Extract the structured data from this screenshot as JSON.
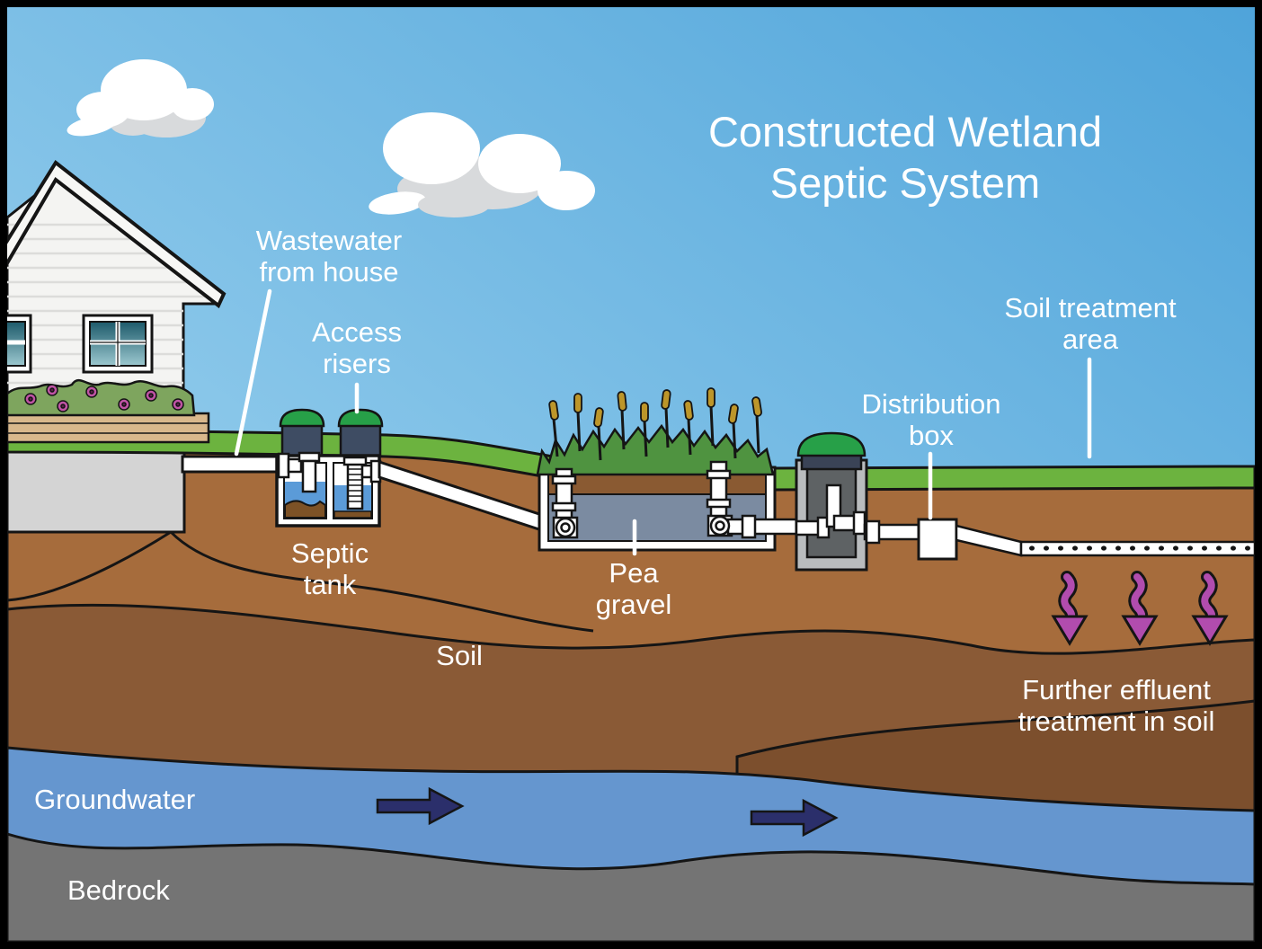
{
  "title": {
    "line1": "Constructed Wetland",
    "line2": "Septic System"
  },
  "labels": {
    "wastewater": {
      "line1": "Wastewater",
      "line2": "from house"
    },
    "access_risers": {
      "line1": "Access",
      "line2": "risers"
    },
    "septic_tank": {
      "line1": "Septic",
      "line2": "tank"
    },
    "pea_gravel": {
      "line1": "Pea",
      "line2": "gravel"
    },
    "soil": "Soil",
    "distribution_box": {
      "line1": "Distribution",
      "line2": "box"
    },
    "soil_treatment": {
      "line1": "Soil treatment",
      "line2": "area"
    },
    "further_effluent": {
      "line1": "Further effluent",
      "line2": "treatment in soil"
    },
    "groundwater": "Groundwater",
    "bedrock": "Bedrock"
  },
  "icons": {
    "groundwater_flow": "right-arrow",
    "effluent_seepage": "squiggle-down-arrow",
    "clouds": "cloud"
  },
  "colors": {
    "frame": "#000000",
    "sky_light": "#aadaf2",
    "sky_dark": "#4fa4da",
    "grass": "#6cb33f",
    "soil_upper": "#a66c3c",
    "soil_band": "#8a5a36",
    "soil_deep": "#7c4f2d",
    "groundwater": "#6596cf",
    "bedrock": "#747474",
    "house_wall": "#f4f4f2",
    "foundation": "#d4d4d4",
    "window_glass_top": "#1d5a6b",
    "window_glass_bottom": "#9cc8cf",
    "hedge": "#7ea55e",
    "flower": "#c054a5",
    "planter": "#d9b88c",
    "pipe": "#ffffff",
    "riser_body": "#3e4c63",
    "riser_cap": "#27a048",
    "tank_water": "#5b9bd8",
    "sludge": "#7d5226",
    "pea_gravel": "#7b8ba1",
    "wetland_vegetation": "#4f9340",
    "cattail_head": "#bd962a",
    "pump_shell": "#b9bcbe",
    "pump_interior": "#5e6264",
    "pump_collar": "#3a4356",
    "flow_arrow": "#2b2f6b",
    "effluent_arrow": "#b14cae",
    "label_text": "#ffffff",
    "cloud_shade": "#d8dadc"
  }
}
